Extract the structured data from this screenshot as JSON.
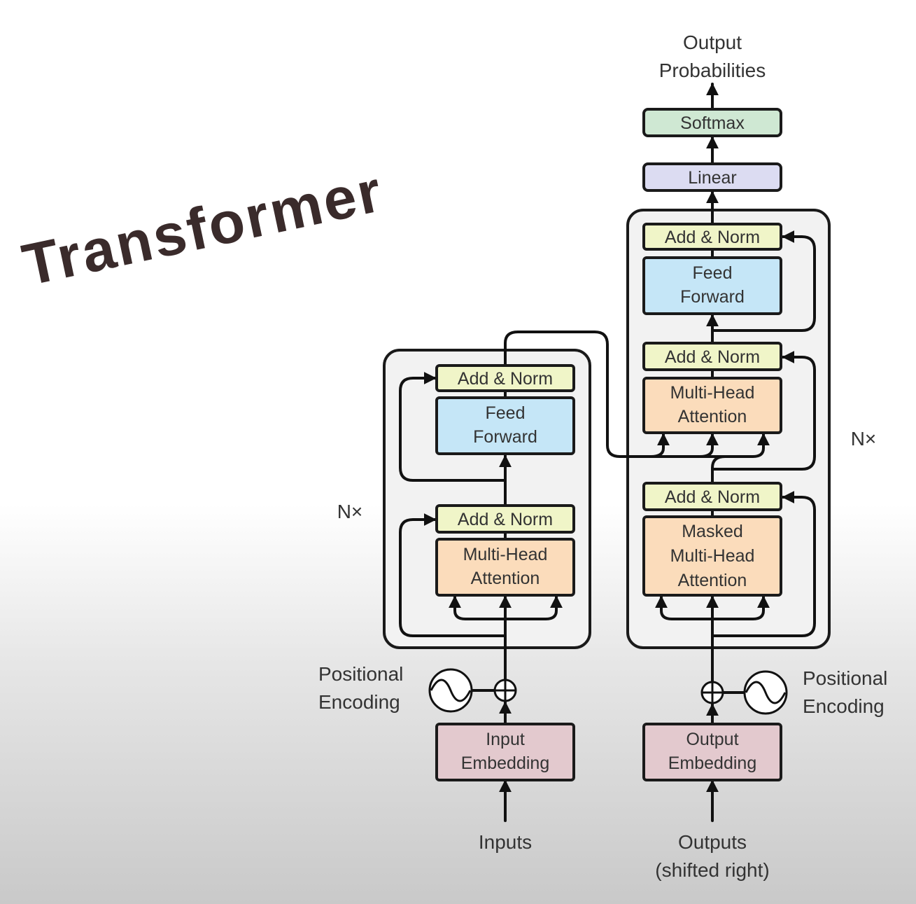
{
  "title": "Transformer",
  "colors": {
    "add_norm": "#f0f5c8",
    "feed_forward": "#c5e6f7",
    "attention": "#fbdcbb",
    "embedding": "#e3c9ce",
    "linear": "#dcdcf2",
    "softmax": "#cfe8d3",
    "frame": "#f2f2f2"
  },
  "encoder": {
    "repeat_label": "N×",
    "add_norm_top": "Add & Norm",
    "feed_forward": [
      "Feed",
      "Forward"
    ],
    "add_norm_bottom": "Add & Norm",
    "attention": [
      "Multi-Head",
      "Attention"
    ],
    "positional_encoding": [
      "Positional",
      "Encoding"
    ],
    "embedding": [
      "Input",
      "Embedding"
    ],
    "input_label": "Inputs"
  },
  "decoder": {
    "repeat_label": "N×",
    "add_norm_top": "Add & Norm",
    "feed_forward": [
      "Feed",
      "Forward"
    ],
    "add_norm_mid": "Add & Norm",
    "cross_attention": [
      "Multi-Head",
      "Attention"
    ],
    "add_norm_bottom": "Add & Norm",
    "masked_attention": [
      "Masked",
      "Multi-Head",
      "Attention"
    ],
    "positional_encoding": [
      "Positional",
      "Encoding"
    ],
    "embedding": [
      "Output",
      "Embedding"
    ],
    "input_label": [
      "Outputs",
      "(shifted right)"
    ]
  },
  "head": {
    "linear": "Linear",
    "softmax": "Softmax",
    "output_label": [
      "Output",
      "Probabilities"
    ]
  },
  "icons": {
    "add": "circled-plus-icon",
    "positional": "sine-wave-icon",
    "arrow": "arrowhead-icon"
  }
}
